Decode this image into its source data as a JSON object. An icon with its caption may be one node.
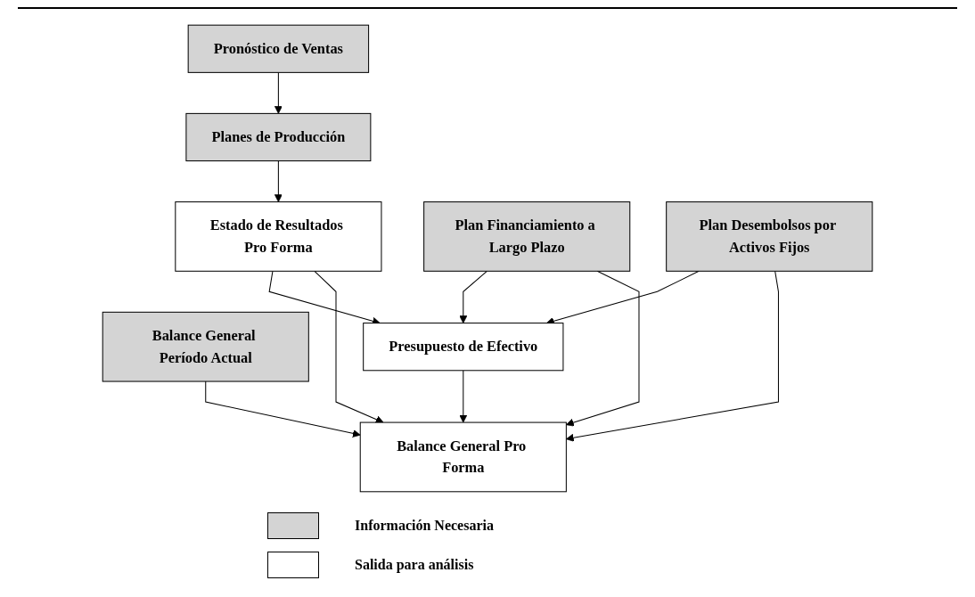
{
  "diagram": {
    "nodes": [
      {
        "text": [
          "Pronóstico de Ventas"
        ]
      },
      {
        "text": [
          "Planes de Producción"
        ]
      },
      {
        "text": [
          "Plan Financiamiento a Largo Plazo"
        ]
      },
      {
        "text": [
          "Estado de Resultados Pro Forma"
        ]
      },
      {
        "text": [
          "Presupuesto de Efectivo"
        ]
      },
      {
        "text": [
          "Plan Desembolsos por Activos Fijos"
        ]
      },
      {
        "text": [
          "Balance General Período Actual"
        ]
      },
      {
        "text": [
          "Balance General Pro Forma"
        ]
      }
    ],
    "edges": [
      {
        "from": 0,
        "to": 1,
        "arrow": "to"
      },
      {
        "from": 1,
        "to": 3,
        "arrow": "to"
      },
      {
        "from": 2,
        "to": 4,
        "arrow": "to"
      },
      {
        "from": 3,
        "to": 4,
        "arrow": "to"
      },
      {
        "from": 5,
        "to": 4,
        "arrow": "to"
      },
      {
        "from": 3,
        "to": 7,
        "arrow": "to"
      },
      {
        "from": 4,
        "to": 7,
        "arrow": "to"
      },
      {
        "from": 6,
        "to": 7,
        "arrow": "to"
      },
      {
        "from": 5,
        "to": 7,
        "arrow": "to"
      },
      {
        "from": 2,
        "to": 7,
        "arrow": "to"
      }
    ],
    "legend": [
      {
        "text": "Información Necesaria",
        "color": "#d4d4d4"
      },
      {
        "text": "Salida para análisis",
        "color": "#ffffff"
      }
    ]
  }
}
